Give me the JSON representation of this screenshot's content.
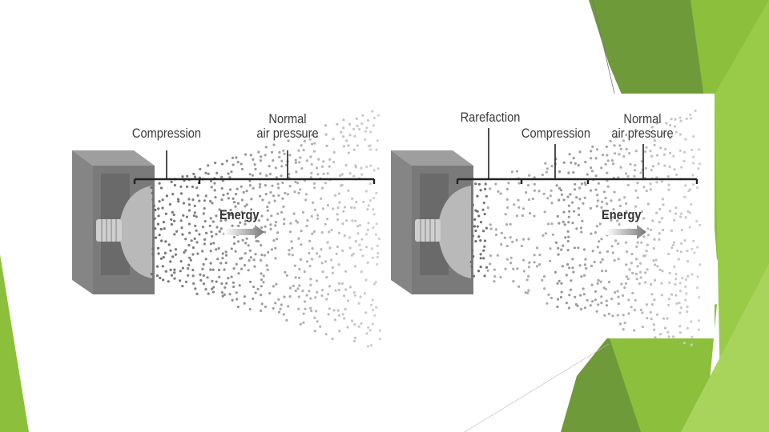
{
  "theme": {
    "accent_dark": "#6f9a3a",
    "accent_mid": "#8bbf3c",
    "accent_light": "#a8d45c"
  },
  "panels": [
    {
      "labels": {
        "compression": "Compression",
        "normal_air_pressure": "Normal\nair pressure"
      },
      "energy_label": "Energy"
    },
    {
      "labels": {
        "rarefaction": "Rarefaction",
        "compression": "Compression",
        "normal_air_pressure": "Normal\nair pressure"
      },
      "energy_label": "Energy"
    }
  ]
}
